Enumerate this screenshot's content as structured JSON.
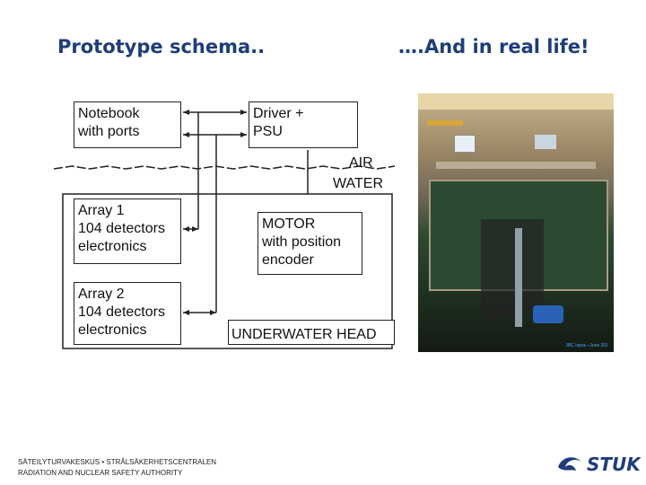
{
  "titles": {
    "left": "Prototype schema..",
    "right": "….And in real life!"
  },
  "diagram": {
    "notebook": "Notebook\nwith ports",
    "driver": "Driver +\nPSU",
    "air": "AIR",
    "water": "WATER",
    "array1": "Array 1\n104 detectors\nelectronics",
    "array2": "Array 2\n104 detectors\nelectronics",
    "motor": "MOTOR\nwith position\nencoder",
    "head": "UNDERWATER HEAD"
  },
  "photo": {
    "caption": "JRC Ispra—June 201"
  },
  "footer": {
    "line1": "SÄTEILYTURVAKESKUS • STRÅLSÄKERHETSCENTRALEN",
    "line2": "RADIATION AND NUCLEAR SAFETY AUTHORITY"
  },
  "logo": {
    "text": "STUK"
  },
  "colors": {
    "title": "#1f3d7a",
    "logo": "#1f3d7a"
  }
}
